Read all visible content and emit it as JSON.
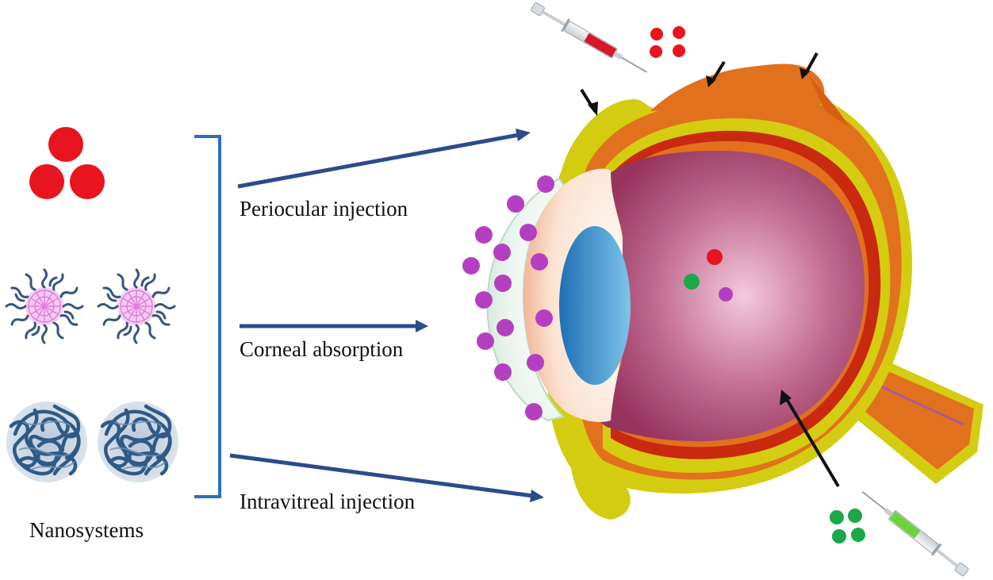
{
  "labels": {
    "periocular": "Periocular injection",
    "corneal": "Corneal absorption",
    "intravitreal": "Intravitreal injection",
    "nanosystems": "Nanosystems"
  },
  "colors": {
    "arrow": "#2b4c8c",
    "red_particle": "#e8141e",
    "green_particle": "#1aa84a",
    "purple_particle": "#b53fc1",
    "micelle_strand": "#37577a",
    "micelle_core": "#e68ce6",
    "sclera": "#d4cc10",
    "choroid": "#e2711d",
    "retina": "#c8290f",
    "vitreous": "#b0507a",
    "lens": "#2f86c4",
    "optic_nerve": "#e2711d"
  },
  "icons": {
    "nanoparticle": "red-triplet-icon",
    "micelle": "micelle-icon",
    "polymer_network": "polymer-network-icon",
    "syringe": "syringe-icon"
  }
}
